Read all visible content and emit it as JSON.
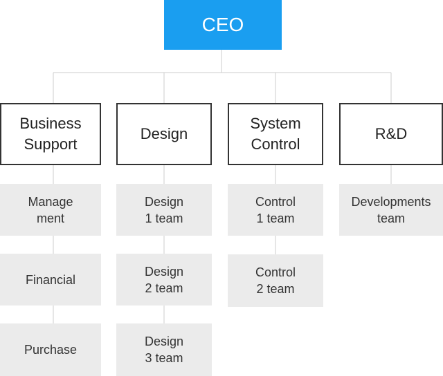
{
  "ceo": {
    "label": "CEO"
  },
  "colors": {
    "ceo_fill": "#1a9ef0",
    "team_fill": "#ebebeb",
    "dept_border": "#333333",
    "connector": "#cccccc"
  },
  "departments": [
    {
      "label": [
        "Business",
        "Support"
      ],
      "teams": [
        {
          "label": [
            "Manage",
            "ment"
          ]
        },
        {
          "label": [
            "Financial"
          ]
        },
        {
          "label": [
            "Purchase"
          ]
        }
      ]
    },
    {
      "label": [
        "Design"
      ],
      "teams": [
        {
          "label": [
            "Design",
            "1 team"
          ]
        },
        {
          "label": [
            "Design",
            "2 team"
          ]
        },
        {
          "label": [
            "Design",
            "3 team"
          ]
        }
      ]
    },
    {
      "label": [
        "System",
        "Control"
      ],
      "teams": [
        {
          "label": [
            "Control",
            "1 team"
          ]
        },
        {
          "label": [
            "Control",
            "2 team"
          ]
        }
      ]
    },
    {
      "label": [
        "R&D"
      ],
      "teams": [
        {
          "label": [
            "Developments",
            "team"
          ]
        }
      ]
    }
  ]
}
